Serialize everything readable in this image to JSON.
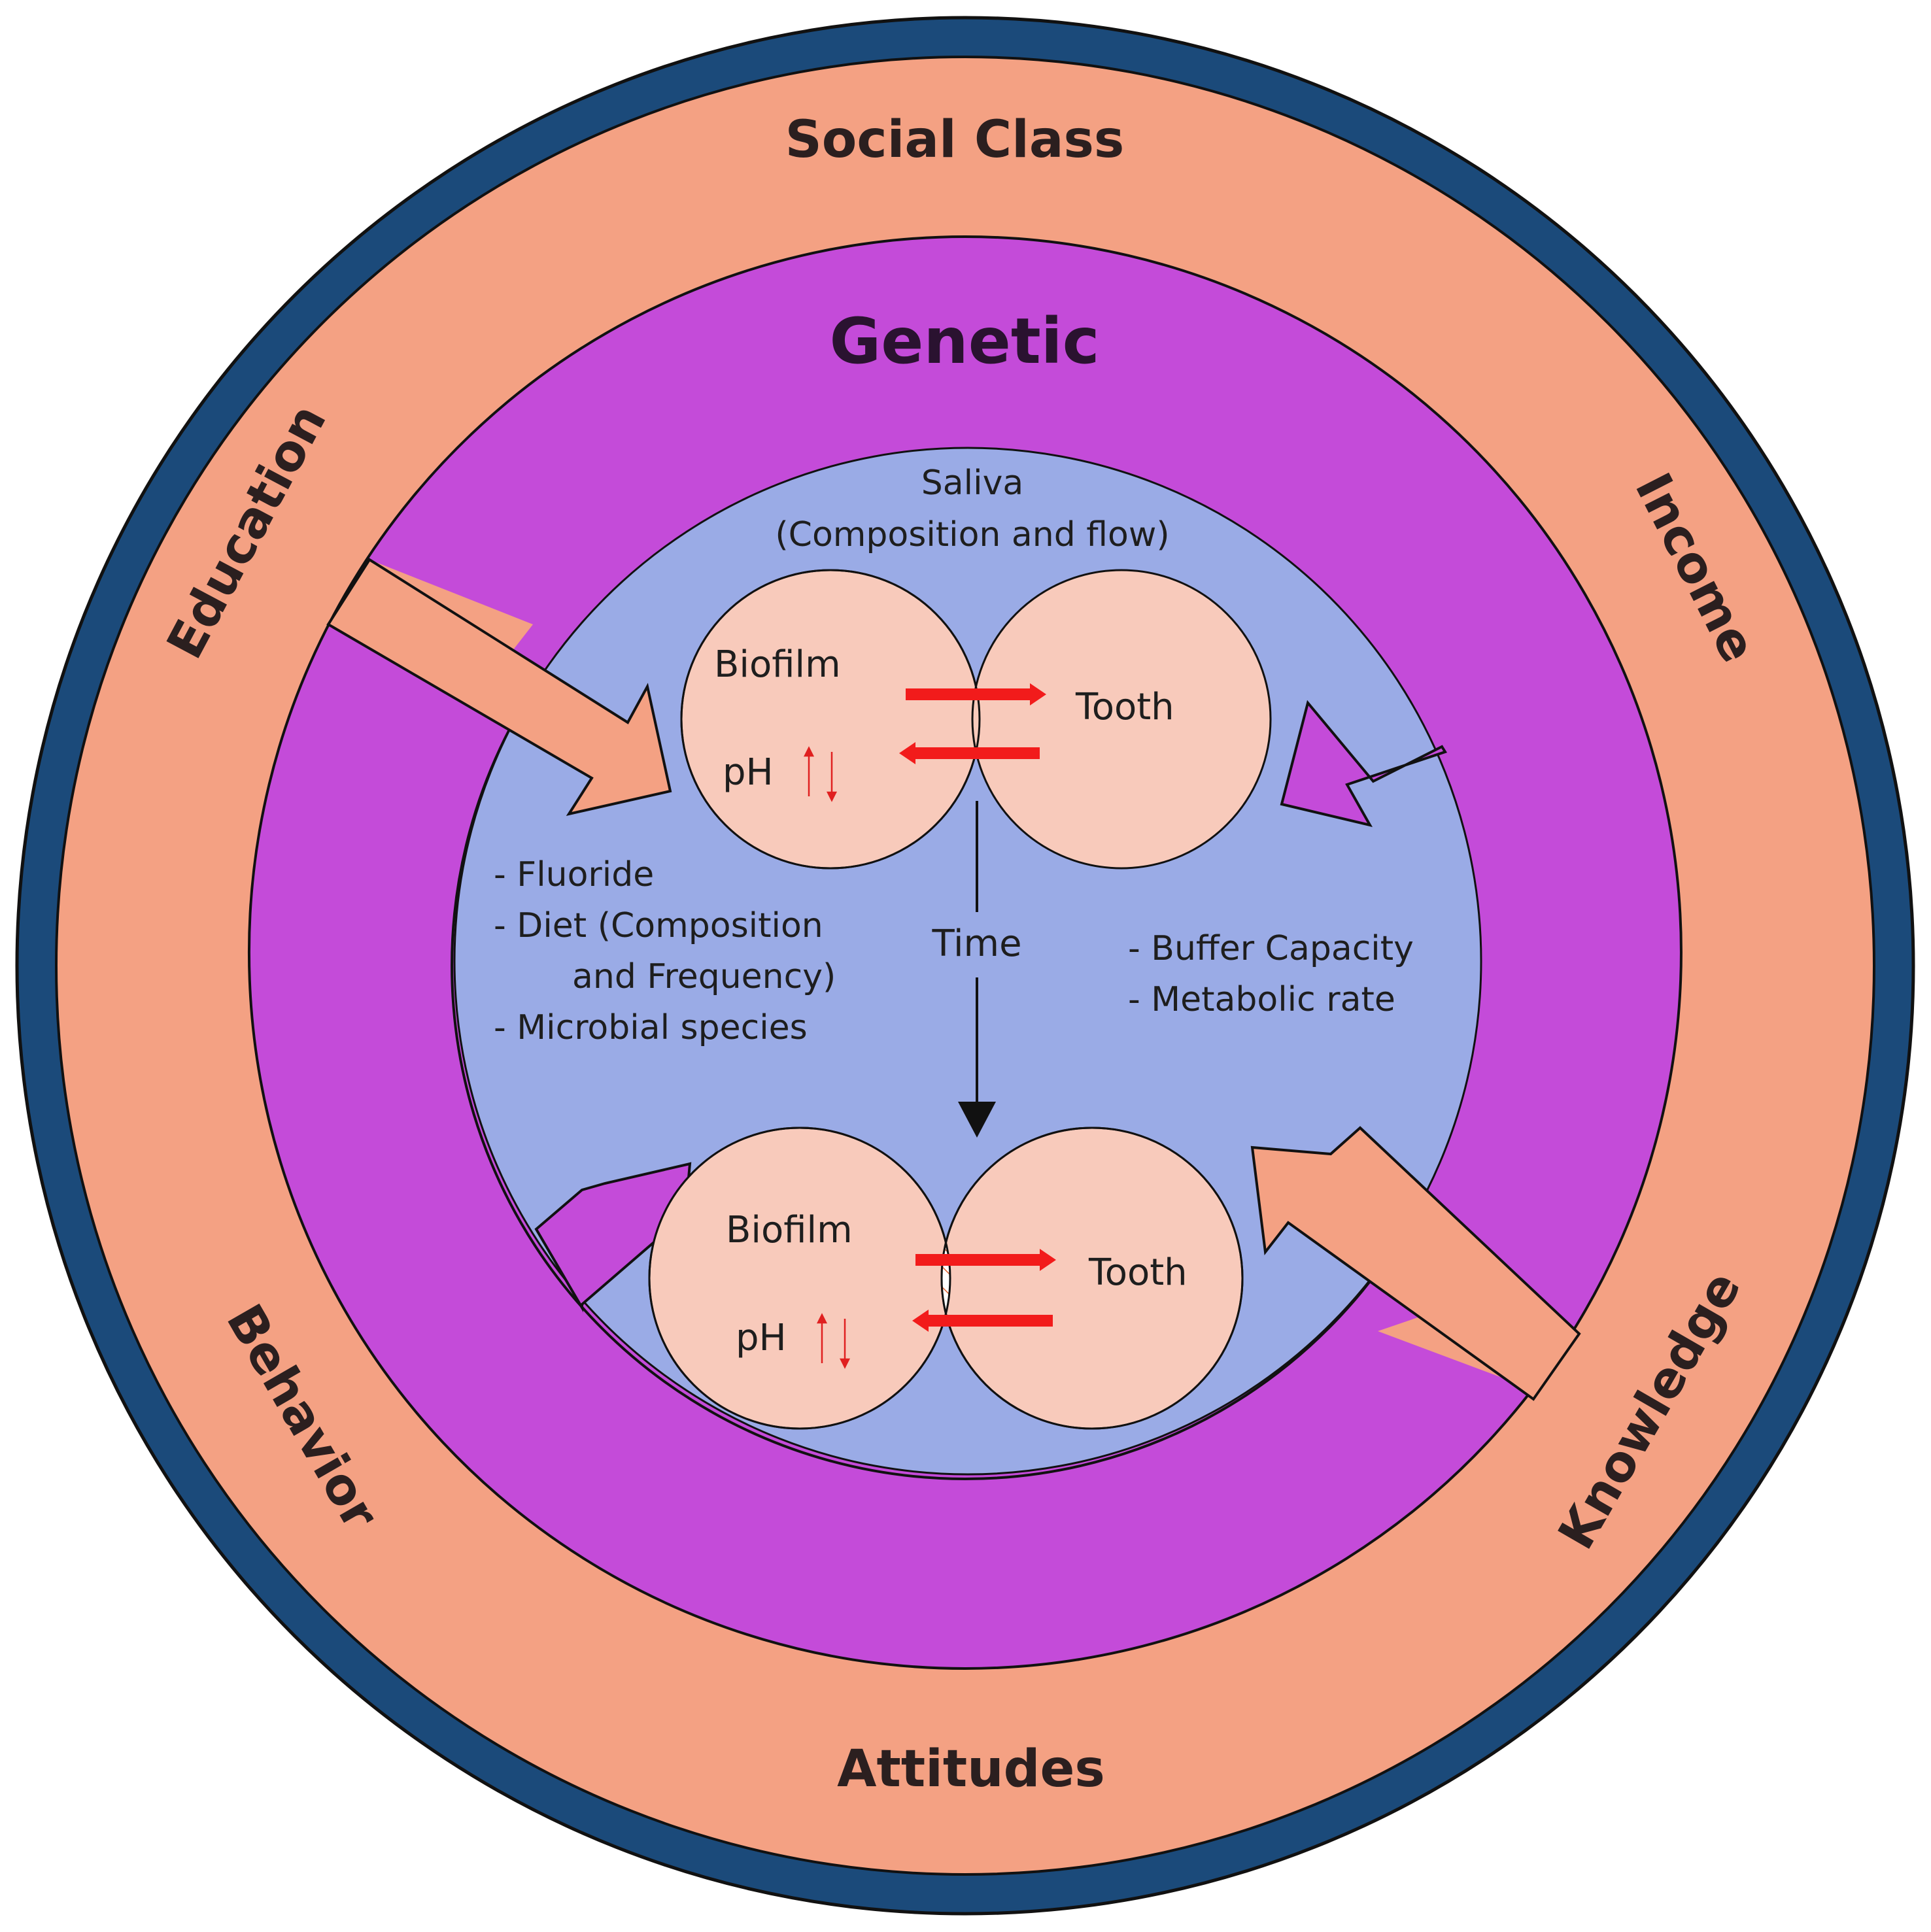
{
  "rings": {
    "outer_labels": {
      "top": "Social Class",
      "bottom": "Attitudes",
      "upper_left": "Education",
      "upper_right": "Income",
      "lower_left": "Behavior",
      "lower_right": "Knowledge"
    },
    "middle_label": "Genetic",
    "inner": {
      "title": "Saliva",
      "subtitle": "(Composition and flow)",
      "left_factors": [
        "- Fluoride",
        "- Diet (Composition",
        "and Frequency)",
        "- Microbial species"
      ],
      "right_factors": [
        "- Buffer Capacity",
        "- Metabolic rate"
      ],
      "time_label": "Time"
    }
  },
  "top_pair": {
    "left_label": "Biofilm",
    "right_label": "Tooth",
    "ph_label": "pH"
  },
  "bottom_pair": {
    "left_label": "Biofilm",
    "right_label": "Tooth",
    "ph_label": "pH"
  },
  "colors": {
    "outer_border": "#1b4a7a",
    "salmon": "#f4a183",
    "purple": "#c44bd9",
    "blue": "#9aabe6",
    "pink": "#f8cabb",
    "red_arrow": "#f21b1b"
  }
}
